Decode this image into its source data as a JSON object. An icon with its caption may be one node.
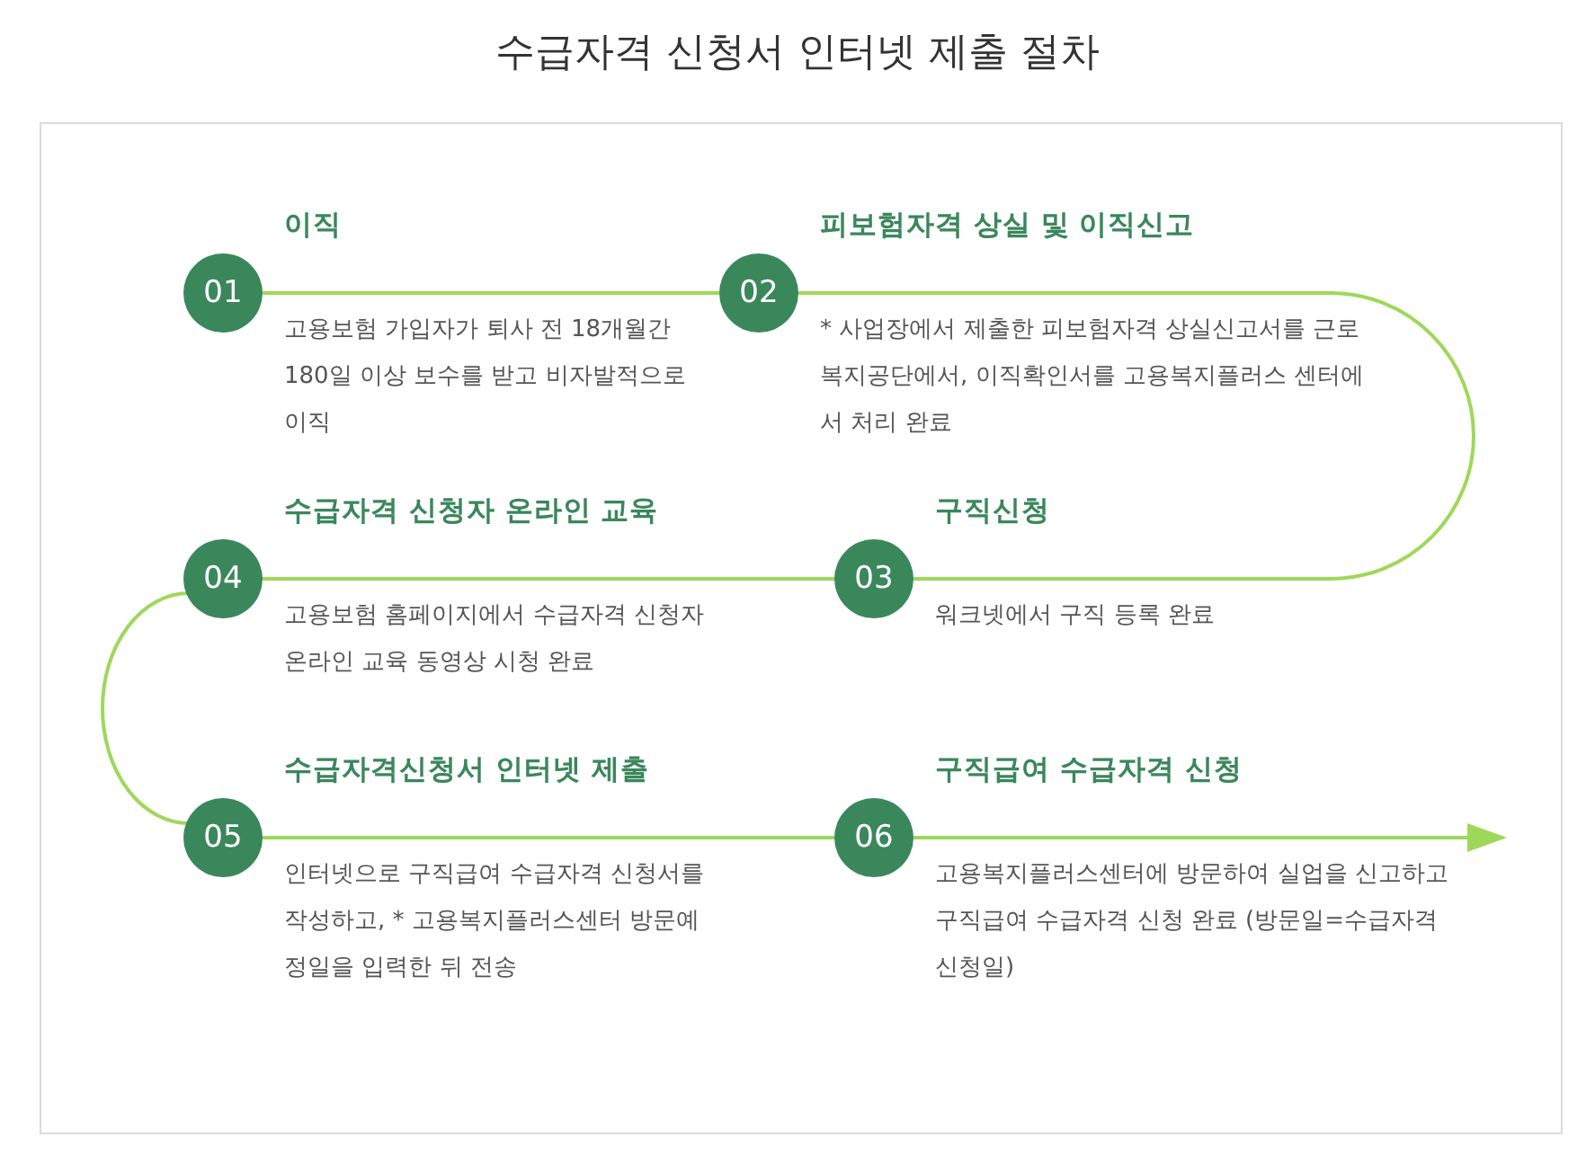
{
  "diagram": {
    "title": "수급자격 신청서 인터넷 제출 절차",
    "nodes": [
      {
        "text": [
          "01",
          "이직",
          "고용보험 가입자가 퇴사 전 18개월간 180일 이상 보수를 받고 비자발적으로 이직"
        ]
      },
      {
        "text": [
          "02",
          "피보험자격 상실 및 이직신고",
          "* 사업장에서 제출한 피보험자격 상실신고서를 근로복지공단에서, 이직확인서를 고용복지플러스 센터에서 처리 완료"
        ]
      },
      {
        "text": [
          "03",
          "구직신청",
          "워크넷에서 구직 등록 완료"
        ]
      },
      {
        "text": [
          "04",
          "수급자격 신청자 온라인 교육",
          "고용보험 홈페이지에서 수급자격 신청자 온라인 교육 동영상 시청 완료"
        ]
      },
      {
        "text": [
          "05",
          "수급자격신청서 인터넷 제출",
          "인터넷으로 구직급여 수급자격 신청서를 작성하고, * 고용복지플러스센터 방문예정일을 입력한 뒤 전송"
        ]
      },
      {
        "text": [
          "06",
          "구직급여 수급자격 신청",
          "고용복지플러스센터에 방문하여 실업을 신고하고 구직급여 수급자격 신청 완료 (방문일=수급자격 신청일)"
        ]
      }
    ],
    "edges": [
      {
        "from": 0,
        "to": 1,
        "arrow": "none"
      },
      {
        "from": 1,
        "to": 2,
        "arrow": "none"
      },
      {
        "from": 2,
        "to": 3,
        "arrow": "none"
      },
      {
        "from": 3,
        "to": 4,
        "arrow": "none"
      },
      {
        "from": 4,
        "to": 5,
        "arrow": "none"
      },
      {
        "from": 5,
        "to": null,
        "arrow": "to"
      }
    ]
  }
}
